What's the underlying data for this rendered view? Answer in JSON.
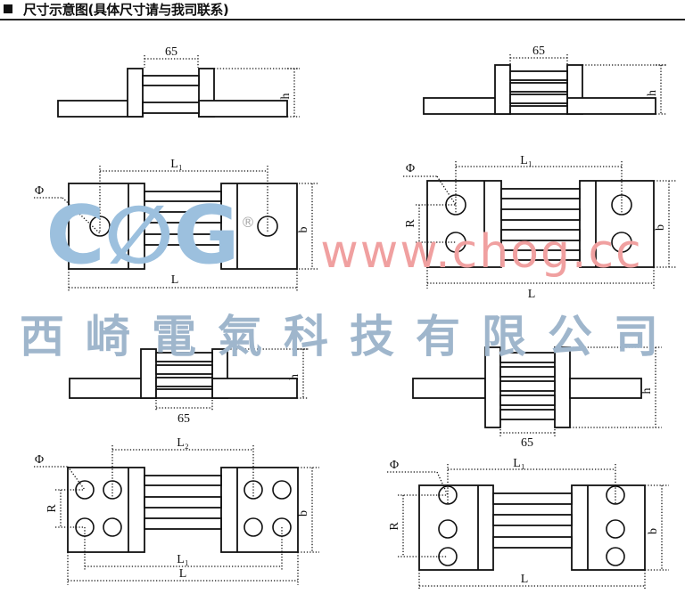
{
  "header": {
    "title": "尺寸示意图(具体尺寸请与我司联系)"
  },
  "labels": {
    "width65": "65",
    "h": "h",
    "L": "L",
    "L1": "L₁",
    "L2": "L₂",
    "b": "b",
    "R": "R",
    "phi": "Φ"
  },
  "watermark": {
    "logo": "C∅G",
    "registered": "®",
    "url": "www.chog.cc",
    "company": "西崎電氣科技有限公司"
  },
  "colors": {
    "logo_blue": "#9cc0de",
    "logo_red": "#f0a0a0",
    "company": "#9fb6cc",
    "line": "#111111"
  }
}
